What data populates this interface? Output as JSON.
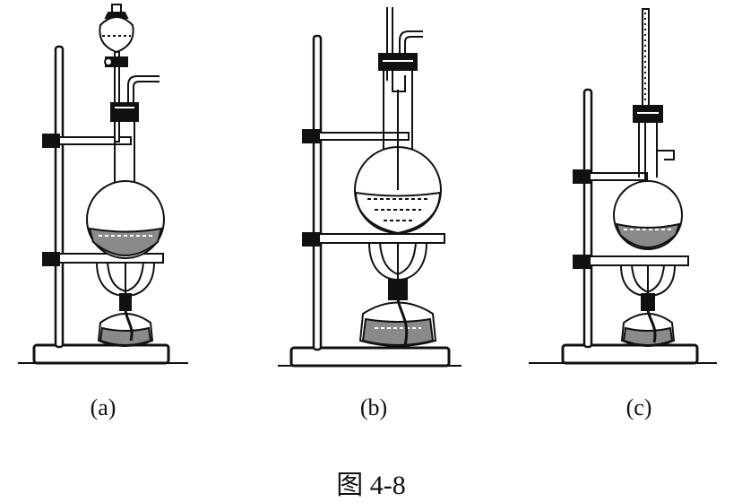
{
  "figure": {
    "labels": [
      "(a)",
      "(b)",
      "(c)"
    ],
    "caption": "图 4-8"
  },
  "colors": {
    "ink": "#111111",
    "liquid": "#8a8a8a"
  },
  "icons": [
    "retort-stand-icon",
    "round-bottom-flask-icon",
    "separatory-funnel-icon",
    "thermometer-icon",
    "alcohol-lamp-icon",
    "wire-gauze-icon"
  ]
}
